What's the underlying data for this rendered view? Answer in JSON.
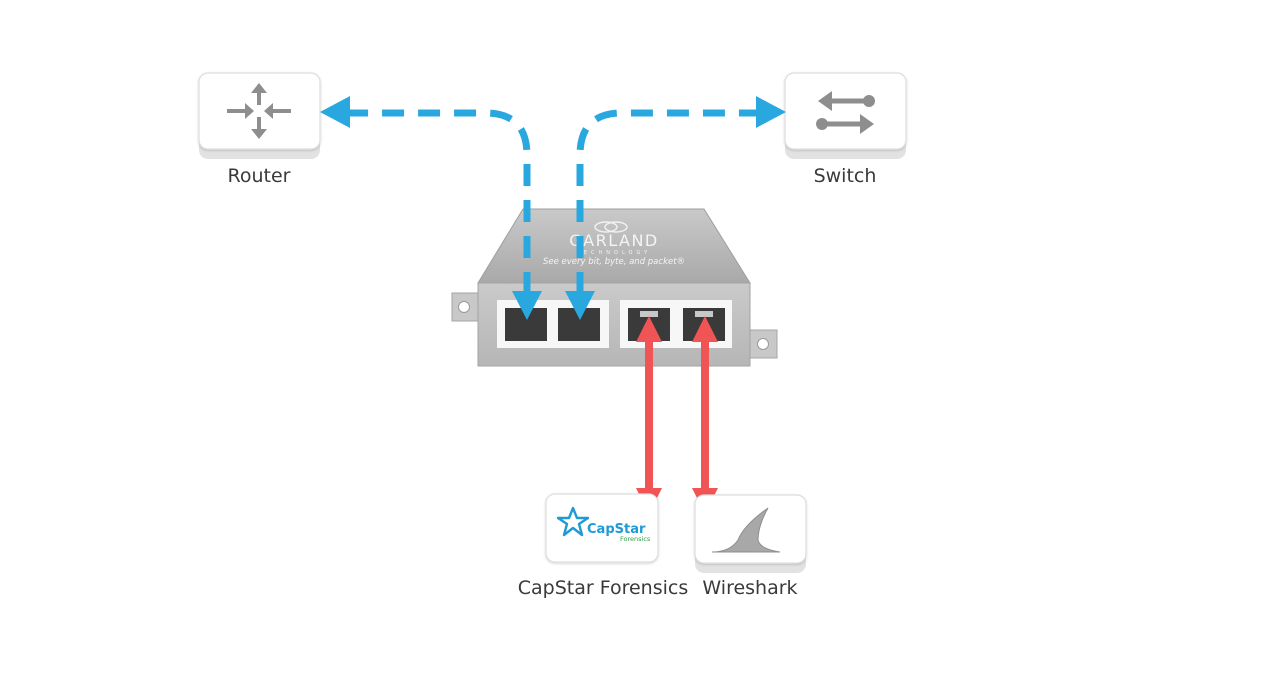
{
  "nodes": {
    "router": {
      "label": "Router"
    },
    "switch": {
      "label": "Switch"
    },
    "capstar": {
      "label": "CapStar Forensics",
      "logo_word": "CapStar",
      "logo_sub": "Forensics"
    },
    "wireshark": {
      "label": "Wireshark"
    }
  },
  "tap": {
    "brand": "GARLAND",
    "brand_sub": "TECHNOLOGY",
    "tagline": "See every bit, byte, and packet®"
  },
  "colors": {
    "network_link": "#29a8e0",
    "monitor_link": "#f05454",
    "tap_body": "#b8b8b8",
    "tap_front": "#c2c2c2",
    "port": "#3a3a3a",
    "icon_gray": "#8e8e8e",
    "capstar_blue": "#1e9ad6",
    "capstar_green": "#2f9e48"
  },
  "icons": {
    "router": "router-icon",
    "switch": "switch-icon",
    "capstar": "capstar-star-icon",
    "wireshark": "wireshark-fin-icon"
  }
}
